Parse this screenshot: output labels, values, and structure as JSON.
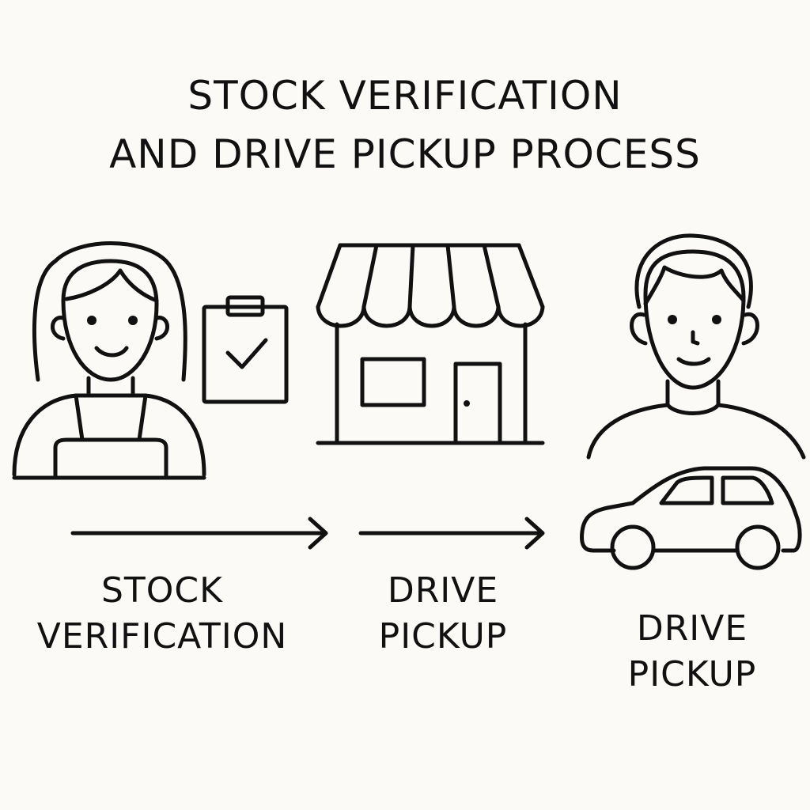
{
  "title": {
    "line1": "STOCK VERIFICATION",
    "line2": "AND DRIVE PICKUP PROCESS"
  },
  "steps": [
    {
      "line1": "STOCK",
      "line2": "VERIFICATION",
      "icon": "employee-icon"
    },
    {
      "line1": "DRIVE",
      "line2": "PICKUP",
      "icon": "store-icon"
    },
    {
      "line1": "DRIVE",
      "line2": "PICKUP",
      "icon": "customer-icon"
    }
  ],
  "colors": {
    "background": "#fbfaf6",
    "ink": "#111111"
  }
}
